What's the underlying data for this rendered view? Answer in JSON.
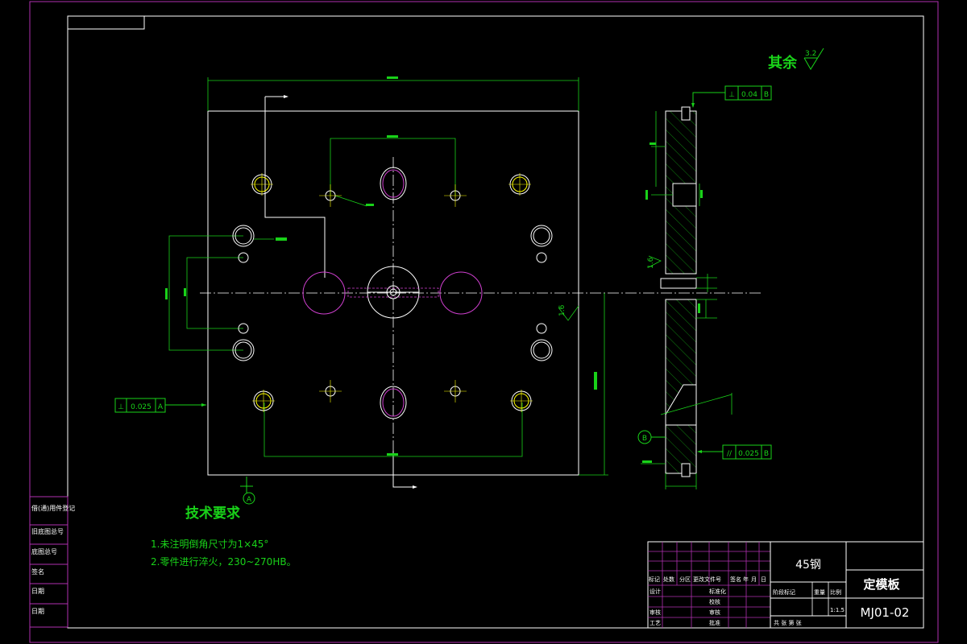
{
  "roughness_note": {
    "label": "其余",
    "value": "3.2"
  },
  "gdt": {
    "perp_top": {
      "symbol": "⊥",
      "tol": "0.04",
      "datum": "B"
    },
    "perp_left": {
      "symbol": "⊥",
      "tol": "0.025",
      "datum": "A"
    },
    "parallel": {
      "symbol": "//",
      "tol": "0.025",
      "datum": "B"
    }
  },
  "datum_labels": {
    "a": "A",
    "b": "B"
  },
  "side_surface_finish": "1.6",
  "section_finish_side": "1.6",
  "tech_requirements": {
    "title": "技术要求",
    "items": [
      "1.未注明倒角尺寸为1×45°",
      "2.零件进行淬火，230~270HB。"
    ]
  },
  "left_sidebar": {
    "rows": [
      "借(通)用件登记",
      "旧底图总号",
      "底图总号",
      "签名",
      "日期",
      "日期"
    ]
  },
  "title_block": {
    "material": "45钢",
    "part_name": "定模板",
    "drawing_no": "MJ01-02",
    "scale": "1:1.5",
    "header_row": [
      "标记",
      "处数",
      "分区",
      "更改文件号",
      "签名",
      "年",
      "月",
      "日"
    ],
    "row_design": "设计",
    "row_standardize": "标准化",
    "row_proofread": "校核",
    "row_craft_review": "审核",
    "row_process": "工艺",
    "row_approve": "批准",
    "row_stage": "阶段标记",
    "row_weight": "重量",
    "row_scale": "比例",
    "row_sheets": "共 张 第 张"
  }
}
